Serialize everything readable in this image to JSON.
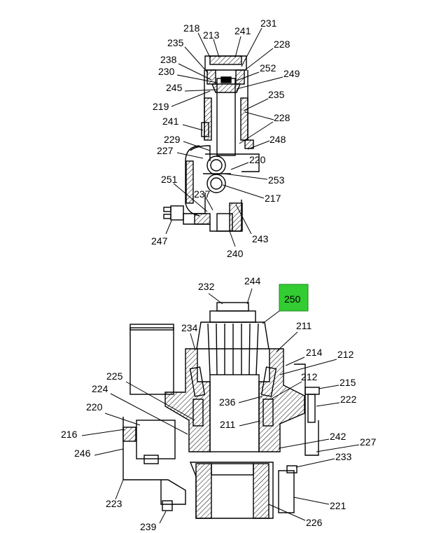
{
  "diagram": {
    "colors": {
      "line": "#000000",
      "highlight_fill": "#33cc33",
      "highlight_stroke": "#1a8a1a",
      "background": "#ffffff"
    },
    "upper_callouts": {
      "c218": "218",
      "c213": "213",
      "c241a": "241",
      "c231": "231",
      "c235a": "235",
      "c228a": "228",
      "c238": "238",
      "c252": "252",
      "c230": "230",
      "c249": "249",
      "c245": "245",
      "c235b": "235",
      "c219": "219",
      "c228b": "228",
      "c241b": "241",
      "c248": "248",
      "c229": "229",
      "c227": "227",
      "c220": "220",
      "c253": "253",
      "c251": "251",
      "c237": "237",
      "c217": "217",
      "c247": "247",
      "c243": "243",
      "c240": "240"
    },
    "lower_callouts": {
      "c232": "232",
      "c244": "244",
      "c250": "250",
      "c234": "234",
      "c211a": "211",
      "c214": "214",
      "c212a": "212",
      "c225": "225",
      "c212b": "212",
      "c215": "215",
      "c224": "224",
      "c222": "222",
      "c236": "236",
      "c220": "220",
      "c211b": "211",
      "c216": "216",
      "c242": "242",
      "c227": "227",
      "c246": "246",
      "c233": "233",
      "c223": "223",
      "c221": "221",
      "c226": "226",
      "c239": "239"
    }
  }
}
